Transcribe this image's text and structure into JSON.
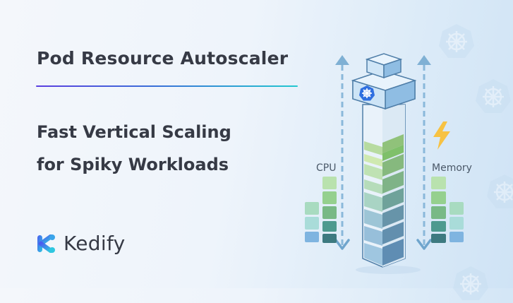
{
  "slide": {
    "title": "Pod Resource Autoscaler",
    "subtitle_line1": "Fast Vertical Scaling",
    "subtitle_line2": "for Spiky Workloads"
  },
  "brand": {
    "name": "Kedify",
    "logo_colors": [
      "#4a5cf0",
      "#2fc7e0"
    ]
  },
  "illustration": {
    "left_label": "CPU",
    "right_label": "Memory",
    "accent_divider_colors": [
      "#5b3fe0",
      "#23c8d0"
    ],
    "bolt_color": "#f7c243",
    "icons": [
      "kubernetes-icon",
      "lightning-bolt-icon",
      "arrow-up-icon",
      "arrow-down-icon"
    ]
  }
}
